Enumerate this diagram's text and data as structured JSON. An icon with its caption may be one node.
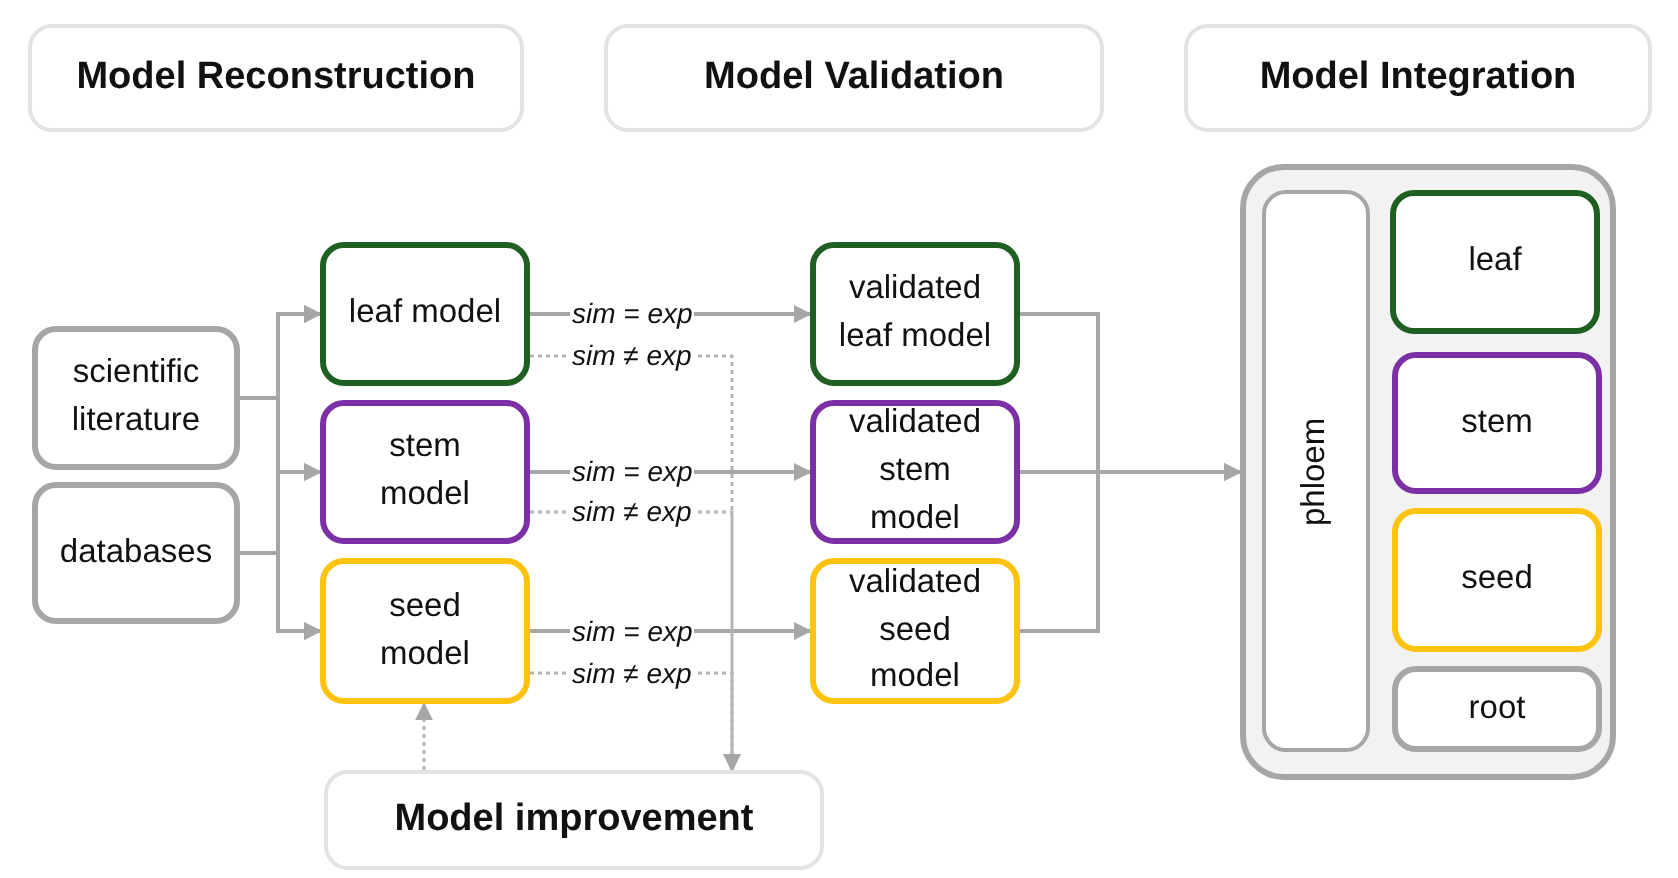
{
  "diagram": {
    "nodes": [
      {
        "text": [
          "Model Reconstruction"
        ]
      },
      {
        "text": [
          "Model Validation"
        ]
      },
      {
        "text": [
          "Model Integration"
        ]
      },
      {
        "text": [
          "scientific literature"
        ]
      },
      {
        "text": [
          "databases"
        ]
      },
      {
        "text": [
          "leaf model"
        ]
      },
      {
        "text": [
          "stem model"
        ]
      },
      {
        "text": [
          "seed model"
        ]
      },
      {
        "text": [
          "validated leaf model"
        ]
      },
      {
        "text": [
          "validated stem model"
        ]
      },
      {
        "text": [
          "validated seed model"
        ]
      },
      {
        "text": [],
        "shape": "box"
      },
      {
        "text": [
          "phloem"
        ],
        "in": 11
      },
      {
        "text": [
          "leaf"
        ],
        "in": 11
      },
      {
        "text": [
          "stem"
        ],
        "in": 11
      },
      {
        "text": [
          "seed"
        ],
        "in": 11
      },
      {
        "text": [
          "root"
        ],
        "in": 11
      },
      {
        "text": [
          "Model improvement"
        ]
      }
    ],
    "edges": [
      {
        "from": 3,
        "to": 5,
        "arrow": "to"
      },
      {
        "from": 3,
        "to": 6,
        "arrow": "to"
      },
      {
        "from": 3,
        "to": 7,
        "arrow": "to"
      },
      {
        "from": 4,
        "to": 5,
        "arrow": "to"
      },
      {
        "from": 4,
        "to": 6,
        "arrow": "to"
      },
      {
        "from": 4,
        "to": 7,
        "arrow": "to"
      },
      {
        "from": 5,
        "to": 8,
        "arrow": "to",
        "label": "sim = exp"
      },
      {
        "from": 6,
        "to": 9,
        "arrow": "to",
        "label": "sim = exp"
      },
      {
        "from": 7,
        "to": 10,
        "arrow": "to",
        "label": "sim = exp"
      },
      {
        "from": 5,
        "to": 17,
        "arrow": "to",
        "label": "sim ≠ exp",
        "style": "dashed"
      },
      {
        "from": 6,
        "to": 17,
        "arrow": "to",
        "label": "sim ≠ exp",
        "style": "dashed"
      },
      {
        "from": 7,
        "to": 17,
        "arrow": "to",
        "label": "sim ≠ exp",
        "style": "dashed"
      },
      {
        "from": 17,
        "to": 7,
        "arrow": "to",
        "style": "dashed"
      },
      {
        "from": 8,
        "to": 11,
        "arrow": "to"
      },
      {
        "from": 9,
        "to": 11,
        "arrow": "to"
      },
      {
        "from": 10,
        "to": 11,
        "arrow": "to"
      }
    ]
  }
}
